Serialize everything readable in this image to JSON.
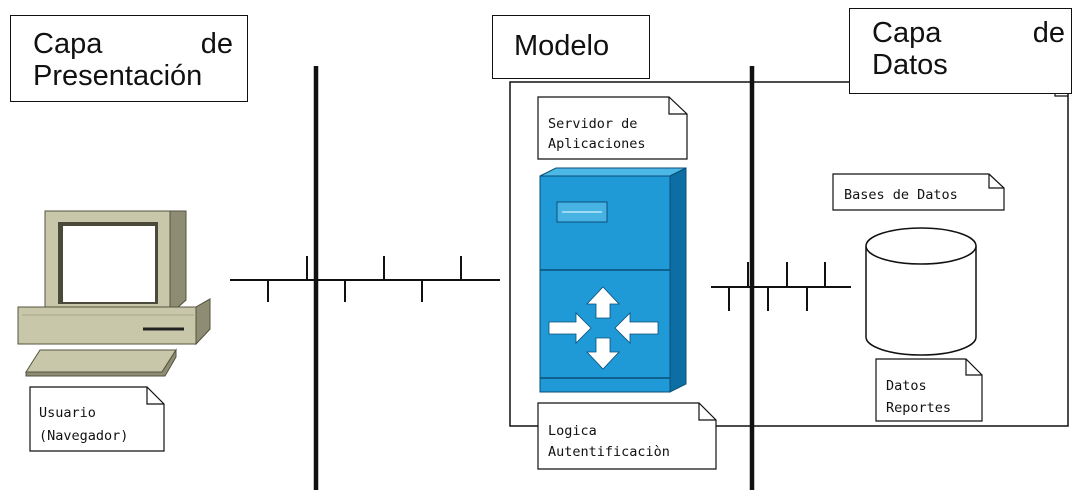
{
  "layers": {
    "presentation": {
      "word1": "Capa",
      "word2": "de",
      "word3": "Presentación"
    },
    "model": {
      "label": "Modelo"
    },
    "data": {
      "word1": "Capa",
      "word2": "de",
      "word3": "Datos"
    }
  },
  "notes": {
    "usuario": {
      "line1": "Usuario",
      "line2": "(Navegador)"
    },
    "servidor": {
      "line1": "Servidor de",
      "line2": "Aplicaciones"
    },
    "logica": {
      "line1": "Logica",
      "line2": "Autentificaciòn"
    },
    "bases": {
      "line1": "Bases de Datos"
    },
    "datos": {
      "line1": "Datos",
      "line2": "Reportes"
    }
  },
  "colors": {
    "computer_body": "#c9c7a9",
    "computer_shadow": "#8e8c72",
    "screen": "#ffffff",
    "server_front": "#1f9ad6",
    "server_side": "#0c6ea3",
    "server_top": "#4cb8e6",
    "line": "#111111"
  }
}
